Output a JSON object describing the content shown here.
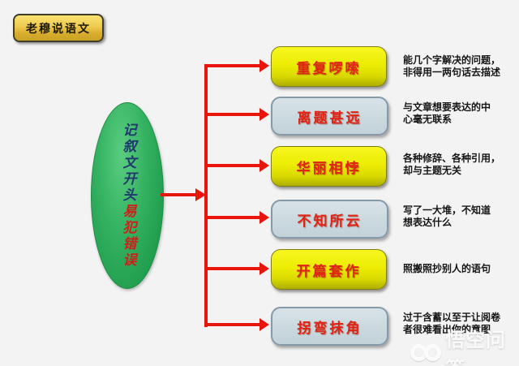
{
  "badge": {
    "label": "老穆说语文"
  },
  "ellipse": {
    "line_blue": "记叙文开头",
    "line_red": "易犯错误"
  },
  "items": [
    {
      "label": "重复啰嗦",
      "style": "yellow",
      "desc": "能几个字解决的问题，\n非得用一两句话去描述"
    },
    {
      "label": "离题甚远",
      "style": "gray",
      "desc": "与文章想要表达的中\n心毫无联系"
    },
    {
      "label": "华丽相悖",
      "style": "yellow",
      "desc": "各种修辞、各种引用，\n却与主题无关"
    },
    {
      "label": "不知所云",
      "style": "gray",
      "desc": "写了一大堆，不知道\n想表达什么"
    },
    {
      "label": "开篇套作",
      "style": "yellow",
      "desc": "照搬照抄别人的语句"
    },
    {
      "label": "拐弯抹角",
      "style": "gray",
      "desc": "过于含蓄以至于让阅卷\n者很难看出你的意图"
    }
  ],
  "watermark": {
    "label": "悟空问答"
  },
  "colors": {
    "background": "#f2f3f2",
    "arrow_red": "#e9150d",
    "box_yellow": "#ecec04",
    "box_gray": "#cbd9df",
    "label_red": "#e02315",
    "ellipse_green": "#2bab57",
    "ellipse_text_blue": "#21396d",
    "ellipse_text_red": "#cf1e18",
    "badge_gold": "#eec94e"
  }
}
